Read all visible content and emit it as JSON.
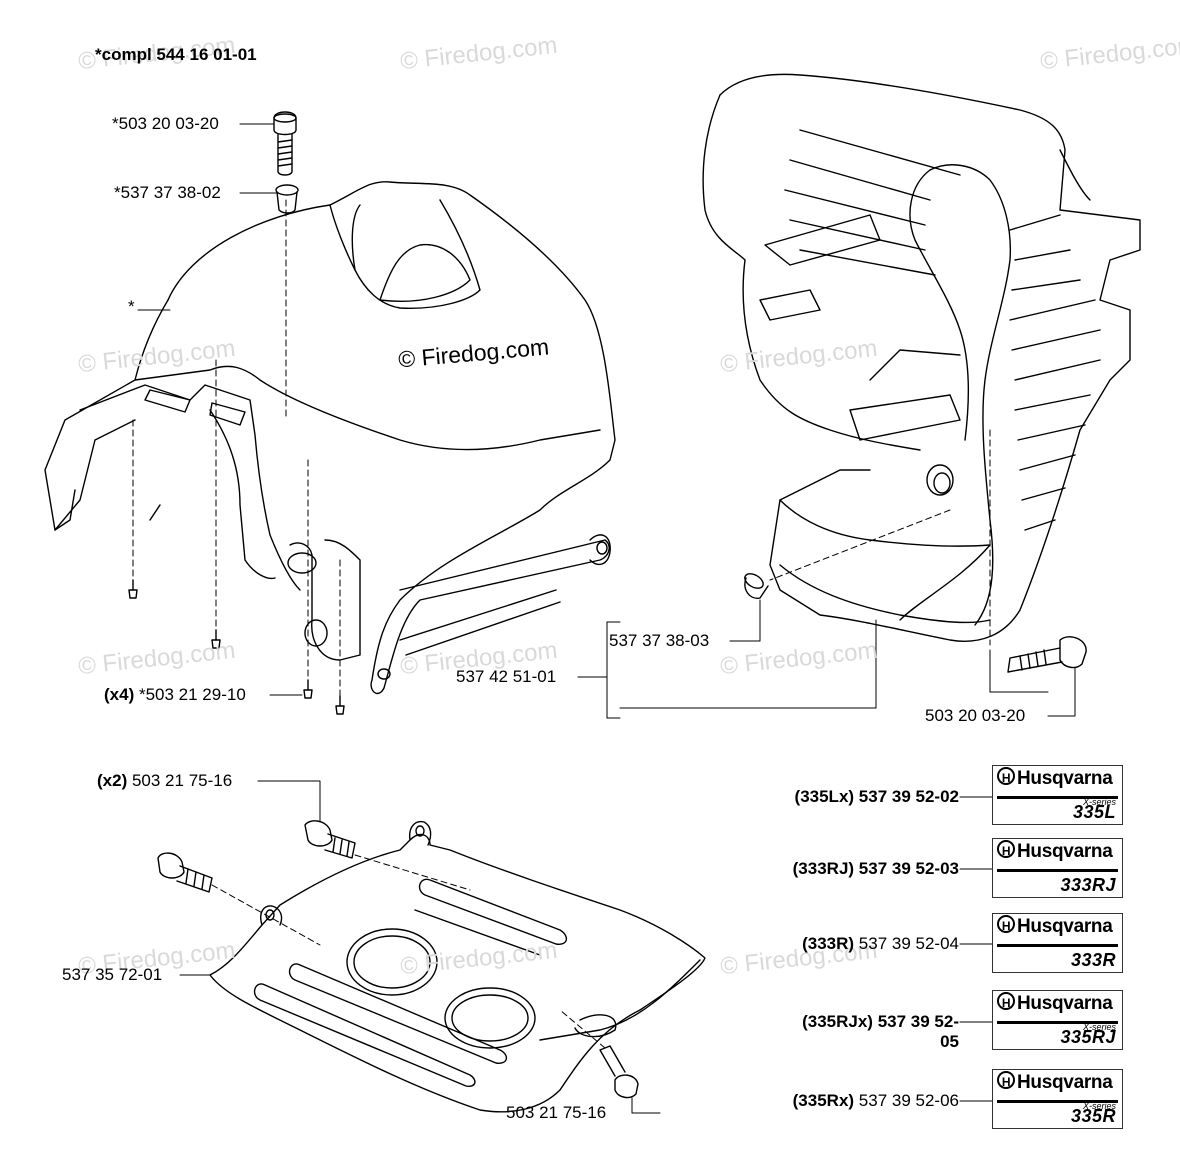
{
  "header_label": "*compl 544 16 01-01",
  "watermark_text": "© Firedog.com",
  "labels": {
    "bolt_top": "*503 20 03-20",
    "washer_top": "*537 37 38-02",
    "asterisk_cover": "*",
    "screws_prefix": "(x4)",
    "screws_part": "*503 21 29-10",
    "sleeve_right": "537 37 38-03",
    "cover_right": "537 42 51-01",
    "bolt_right": "503 20 03-20",
    "bolts_plate_prefix": "(x2)",
    "bolts_plate_part": "503 21 75-16",
    "plate": "537 35 72-01",
    "bolt_plate_bottom": "503 21 75-16"
  },
  "decals": [
    {
      "prefix": "(335Lx)",
      "part": "537 39 52-02",
      "part_bold": true,
      "brand": "Husqvarna",
      "series": "X-series",
      "model": "335L"
    },
    {
      "prefix": "(333RJ)",
      "part": "537 39 52-03",
      "part_bold": true,
      "brand": "Husqvarna",
      "series": "",
      "model": "333RJ"
    },
    {
      "prefix": "(333R)",
      "part": "537 39 52-04",
      "part_bold": false,
      "brand": "Husqvarna",
      "series": "",
      "model": "333R"
    },
    {
      "prefix": "(335RJx)",
      "part": "537 39 52-",
      "part_line2": "05",
      "part_bold": true,
      "brand": "Husqvarna",
      "series": "X-series",
      "model": "335RJ"
    },
    {
      "prefix": "(335Rx)",
      "part": "537 39 52-06",
      "part_bold": false,
      "brand": "Husqvarna",
      "series": "X-series",
      "model": "335R"
    }
  ]
}
